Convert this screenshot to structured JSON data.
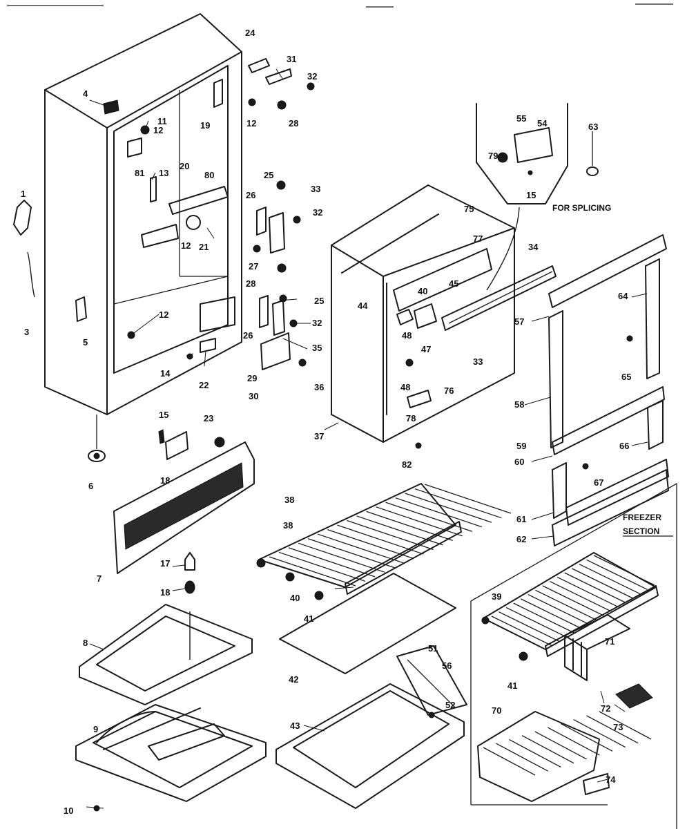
{
  "notes": {
    "for_splicing": "FOR SPLICING",
    "freezer_line1": "FREEZER",
    "freezer_line2": "SECTION"
  },
  "callouts": [
    {
      "id": "c1",
      "text": "1"
    },
    {
      "id": "c3",
      "text": "3"
    },
    {
      "id": "c4",
      "text": "4"
    },
    {
      "id": "c5",
      "text": "5"
    },
    {
      "id": "c6",
      "text": "6"
    },
    {
      "id": "c7",
      "text": "7"
    },
    {
      "id": "c8",
      "text": "8"
    },
    {
      "id": "c9",
      "text": "9"
    },
    {
      "id": "c10",
      "text": "10"
    },
    {
      "id": "c11",
      "text": "11"
    },
    {
      "id": "c12a",
      "text": "12"
    },
    {
      "id": "c12b",
      "text": "12"
    },
    {
      "id": "c12c",
      "text": "12"
    },
    {
      "id": "c12d",
      "text": "12"
    },
    {
      "id": "c13",
      "text": "13"
    },
    {
      "id": "c14",
      "text": "14"
    },
    {
      "id": "c15a",
      "text": "15"
    },
    {
      "id": "c15b",
      "text": "15"
    },
    {
      "id": "c17",
      "text": "17"
    },
    {
      "id": "c18a",
      "text": "18"
    },
    {
      "id": "c18b",
      "text": "18"
    },
    {
      "id": "c19",
      "text": "19"
    },
    {
      "id": "c20",
      "text": "20"
    },
    {
      "id": "c21",
      "text": "21"
    },
    {
      "id": "c22",
      "text": "22"
    },
    {
      "id": "c23",
      "text": "23"
    },
    {
      "id": "c24",
      "text": "24"
    },
    {
      "id": "c25a",
      "text": "25"
    },
    {
      "id": "c25b",
      "text": "25"
    },
    {
      "id": "c26a",
      "text": "26"
    },
    {
      "id": "c26b",
      "text": "26"
    },
    {
      "id": "c27",
      "text": "27"
    },
    {
      "id": "c28a",
      "text": "28"
    },
    {
      "id": "c28b",
      "text": "28"
    },
    {
      "id": "c29",
      "text": "29"
    },
    {
      "id": "c30",
      "text": "30"
    },
    {
      "id": "c31",
      "text": "31"
    },
    {
      "id": "c32a",
      "text": "32"
    },
    {
      "id": "c32b",
      "text": "32"
    },
    {
      "id": "c32c",
      "text": "32"
    },
    {
      "id": "c33a",
      "text": "33"
    },
    {
      "id": "c33b",
      "text": "33"
    },
    {
      "id": "c34",
      "text": "34"
    },
    {
      "id": "c35",
      "text": "35"
    },
    {
      "id": "c36",
      "text": "36"
    },
    {
      "id": "c37",
      "text": "37"
    },
    {
      "id": "c38a",
      "text": "38"
    },
    {
      "id": "c38b",
      "text": "38"
    },
    {
      "id": "c39",
      "text": "39"
    },
    {
      "id": "c40a",
      "text": "40"
    },
    {
      "id": "c40b",
      "text": "40"
    },
    {
      "id": "c41a",
      "text": "41"
    },
    {
      "id": "c41b",
      "text": "41"
    },
    {
      "id": "c42",
      "text": "42"
    },
    {
      "id": "c43",
      "text": "43"
    },
    {
      "id": "c44",
      "text": "44"
    },
    {
      "id": "c45",
      "text": "45"
    },
    {
      "id": "c47",
      "text": "47"
    },
    {
      "id": "c48a",
      "text": "48"
    },
    {
      "id": "c48b",
      "text": "48"
    },
    {
      "id": "c51",
      "text": "51"
    },
    {
      "id": "c52",
      "text": "52"
    },
    {
      "id": "c54",
      "text": "54"
    },
    {
      "id": "c55",
      "text": "55"
    },
    {
      "id": "c56",
      "text": "56"
    },
    {
      "id": "c57",
      "text": "57"
    },
    {
      "id": "c58",
      "text": "58"
    },
    {
      "id": "c59",
      "text": "59"
    },
    {
      "id": "c60",
      "text": "60"
    },
    {
      "id": "c61",
      "text": "61"
    },
    {
      "id": "c62",
      "text": "62"
    },
    {
      "id": "c63",
      "text": "63"
    },
    {
      "id": "c64",
      "text": "64"
    },
    {
      "id": "c65",
      "text": "65"
    },
    {
      "id": "c66",
      "text": "66"
    },
    {
      "id": "c67",
      "text": "67"
    },
    {
      "id": "c70",
      "text": "70"
    },
    {
      "id": "c71",
      "text": "71"
    },
    {
      "id": "c72",
      "text": "72"
    },
    {
      "id": "c73",
      "text": "73"
    },
    {
      "id": "c74",
      "text": "74"
    },
    {
      "id": "c75",
      "text": "75"
    },
    {
      "id": "c76",
      "text": "76"
    },
    {
      "id": "c77",
      "text": "77"
    },
    {
      "id": "c78",
      "text": "78"
    },
    {
      "id": "c79",
      "text": "79"
    },
    {
      "id": "c80",
      "text": "80"
    },
    {
      "id": "c81",
      "text": "81"
    },
    {
      "id": "c82",
      "text": "82"
    }
  ]
}
